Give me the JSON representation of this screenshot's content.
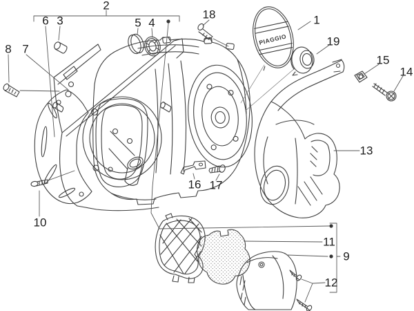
{
  "figure": {
    "kind": "exploded-parts-diagram",
    "background_color": "#ffffff",
    "line_color": "#3e3e3e",
    "leader_color": "#555555"
  },
  "cap": {
    "logo": "PIAGGIO"
  },
  "callouts": {
    "c1": "1",
    "c2": "2",
    "c3": "3",
    "c4": "4",
    "c5": "5",
    "c6": "6",
    "c7": "7",
    "c8": "8",
    "c9": "9",
    "c10": "10",
    "c11": "11",
    "c12": "12",
    "c13": "13",
    "c14": "14",
    "c15": "15",
    "c16": "16",
    "c17": "17",
    "c18": "18",
    "c19": "19"
  }
}
